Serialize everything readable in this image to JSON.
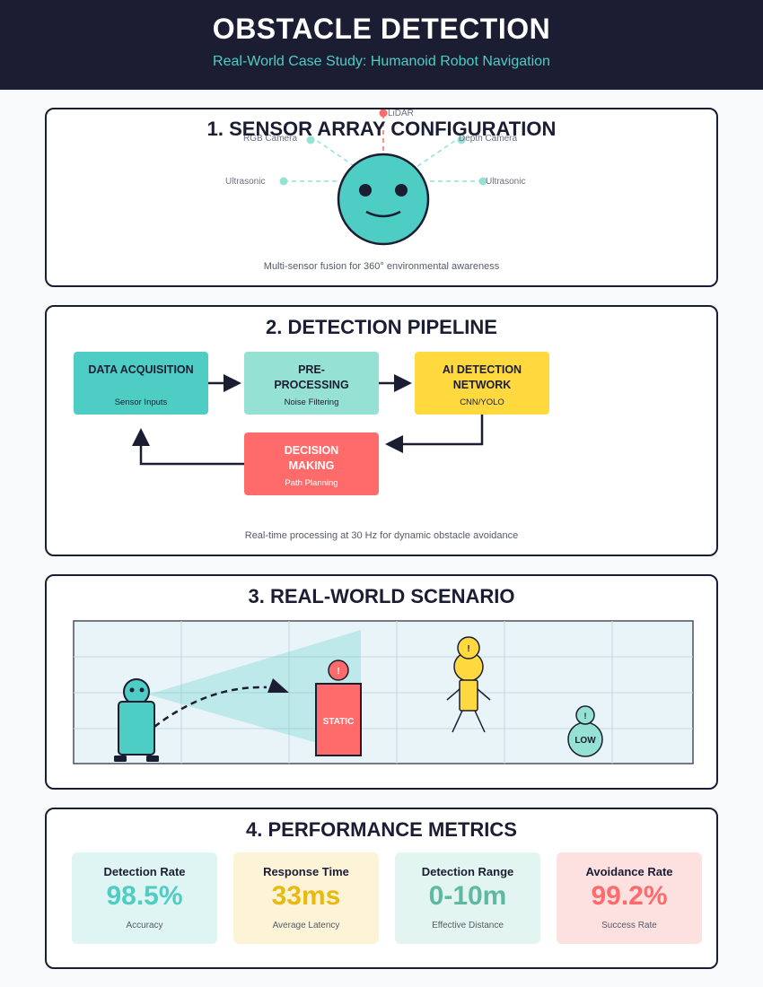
{
  "header": {
    "title": "OBSTACLE DETECTION",
    "subtitle": "Real-World Case Study: Humanoid Robot Navigation"
  },
  "section1": {
    "title": "1. SENSOR ARRAY CONFIGURATION",
    "sensors": {
      "lidar": "LiDAR",
      "rgb": "RGB Camera",
      "depth": "Depth Camera",
      "ultra_left": "Ultrasonic",
      "ultra_right": "Ultrasonic"
    },
    "caption": "Multi-sensor fusion for 360° environmental awareness"
  },
  "section2": {
    "title": "2. DETECTION PIPELINE",
    "steps": [
      {
        "title": "DATA ACQUISITION",
        "sub": "Sensor Inputs"
      },
      {
        "title": "PRE-PROCESSING",
        "sub": "Noise Filtering"
      },
      {
        "title": "AI DETECTION NETWORK",
        "sub": "CNN/YOLO"
      },
      {
        "title": "DECISION MAKING",
        "sub": "Path Planning"
      }
    ],
    "caption": "Real-time processing at 30 Hz for dynamic obstacle avoidance"
  },
  "section3": {
    "title": "3. REAL-WORLD SCENARIO",
    "static_label": "STATIC",
    "low_label": "LOW",
    "alert": "!"
  },
  "section4": {
    "title": "4. PERFORMANCE METRICS",
    "metrics": [
      {
        "label": "Detection Rate",
        "value": "98.5%",
        "sub": "Accuracy",
        "color": "#4ecdc4",
        "bg": "#dff5f3"
      },
      {
        "label": "Response Time",
        "value": "33ms",
        "sub": "Average Latency",
        "color": "#e8b90f",
        "bg": "#fdf4d8"
      },
      {
        "label": "Detection Range",
        "value": "0-10m",
        "sub": "Effective Distance",
        "color": "#5fb8a0",
        "bg": "#e3f5f0"
      },
      {
        "label": "Avoidance Rate",
        "value": "99.2%",
        "sub": "Success Rate",
        "color": "#ff6b6b",
        "bg": "#fde0e0"
      }
    ]
  },
  "colors": {
    "navy": "#1b1d33",
    "teal": "#4ecdc4",
    "mint": "#95e1d3",
    "yellow": "#ffd93d",
    "red": "#ff6b6b"
  }
}
